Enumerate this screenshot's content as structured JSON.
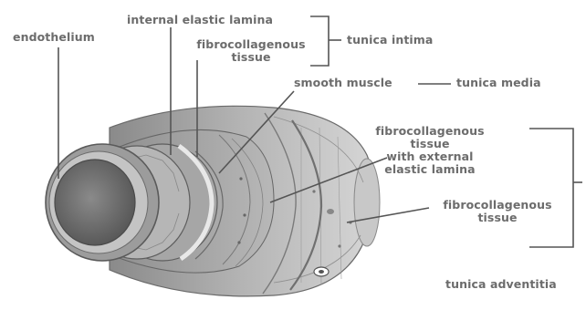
{
  "labels": {
    "endothelium": "endothelium",
    "internal_elastic_lamina": "internal elastic lamina",
    "fibro_intima_1": "fibrocollagenous",
    "fibro_intima_2": "tissue",
    "tunica_intima": "tunica intima",
    "smooth_muscle": "smooth muscle",
    "tunica_media": "tunica media",
    "fibro_ext_1": "fibrocollagenous",
    "fibro_ext_2": "tissue",
    "fibro_ext_3": "with external",
    "fibro_ext_4": "elastic lamina",
    "fibro_adv_1": "fibrocollagenous",
    "fibro_adv_2": "tissue",
    "tunica_adventitia": "tunica adventitia"
  },
  "colors": {
    "label_text": "#6c6c6c",
    "leader_line": "#555555",
    "vessel_outer": "#9a9a9a",
    "vessel_dark": "#5a5a5a",
    "lumen": "#6e6e6e"
  }
}
